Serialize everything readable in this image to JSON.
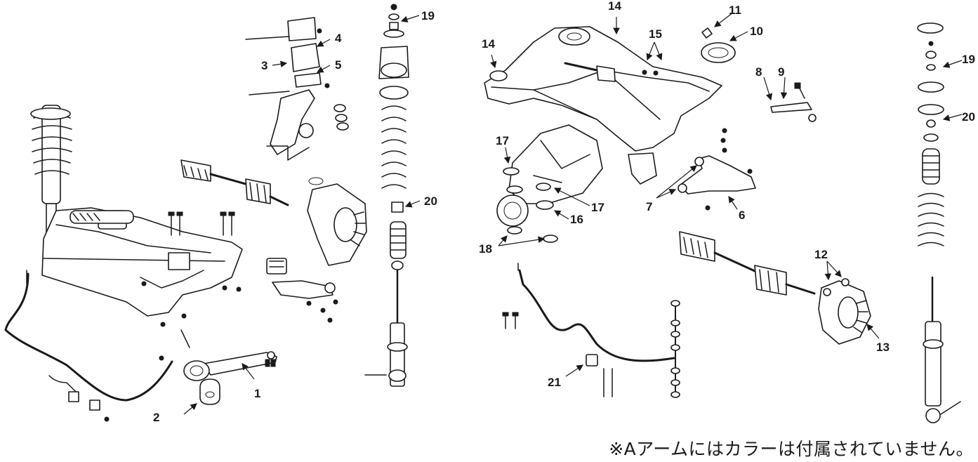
{
  "callouts": {
    "c1": "1",
    "c2": "2",
    "c3": "3",
    "c4": "4",
    "c5": "5",
    "c6": "6",
    "c7": "7",
    "c8": "8",
    "c9": "9",
    "c10": "10",
    "c11": "11",
    "c12": "12",
    "c13": "13",
    "c14a": "14",
    "c14b": "14",
    "c15": "15",
    "c16": "16",
    "c17a": "17",
    "c17b": "17",
    "c18": "18",
    "c19a": "19",
    "c19b": "19",
    "c20a": "20",
    "c20b": "20",
    "c21": "21"
  },
  "footnote": "※Aアームにはカラーは付属されていません。"
}
